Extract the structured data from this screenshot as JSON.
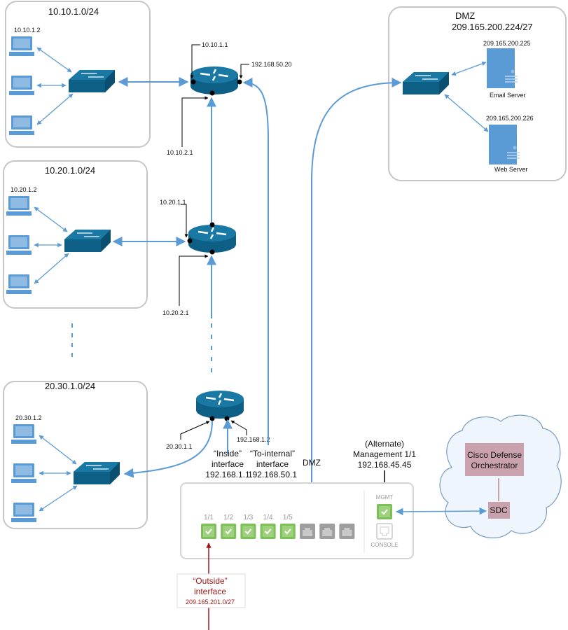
{
  "colors": {
    "link": "#5b9bd5",
    "device": "#0e5f86",
    "port_up": "#7dc05a",
    "port_down": "#9e9e9e",
    "outside": "#b01c1c",
    "cdo_box": "#c9a2ae"
  },
  "subnets": [
    {
      "title": "10.10.1.0/24",
      "host_label": "10.10.1.2"
    },
    {
      "title": "10.20.1.0/24",
      "host_label": "10.20.1.2"
    },
    {
      "title": "20.30.1.0/24",
      "host_label": "20.30.1.2"
    }
  ],
  "routers": [
    {
      "labels": [
        "10.10.1.1",
        "192.168.50.20",
        "10.10.2.1"
      ]
    },
    {
      "labels": [
        "10.20.1.1",
        "10.20.2.1"
      ]
    },
    {
      "labels": [
        "20.30.1.1",
        "192.168.1.2"
      ]
    }
  ],
  "dmz": {
    "title": "DMZ",
    "subnet": "209.165.200.224/27",
    "servers": [
      {
        "ip": "209.165.200.225",
        "name": "Email Server"
      },
      {
        "ip": "209.165.200.226",
        "name": "Web Server"
      }
    ]
  },
  "interfaces": {
    "inside": [
      "“Inside”",
      "interface",
      "192.168.1.1"
    ],
    "to_internal": [
      "“To-internal”",
      "interface",
      "192.168.50.1"
    ],
    "dmz": "DMZ",
    "mgmt": [
      "(Alternate)",
      "Management 1/1",
      "192.168.45.45"
    ],
    "outside": [
      "“Outside”",
      "interface",
      "209.165.201.0/27"
    ]
  },
  "device": {
    "ports": [
      {
        "label": "1/1",
        "status": "up"
      },
      {
        "label": "1/2",
        "status": "up"
      },
      {
        "label": "1/3",
        "status": "up"
      },
      {
        "label": "1/4",
        "status": "up"
      },
      {
        "label": "1/5",
        "status": "up"
      },
      {
        "label": "",
        "status": "down"
      },
      {
        "label": "",
        "status": "down"
      },
      {
        "label": "",
        "status": "down"
      }
    ],
    "mgmt_label": "MGMT",
    "console_label": "CONSOLE"
  },
  "cloud": {
    "cdo": [
      "Cisco Defense",
      "Orchestrator"
    ],
    "sdc": "SDC"
  }
}
